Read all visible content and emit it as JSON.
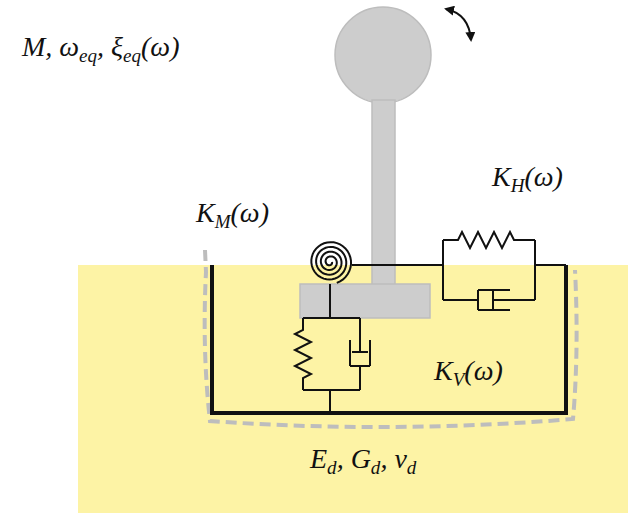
{
  "diagram": {
    "labels": [
      "M, ωeq, ξeq(ω)",
      "KM(ω)",
      "KH(ω)",
      "KV(ω)",
      "Ed, Gd, νd"
    ]
  }
}
